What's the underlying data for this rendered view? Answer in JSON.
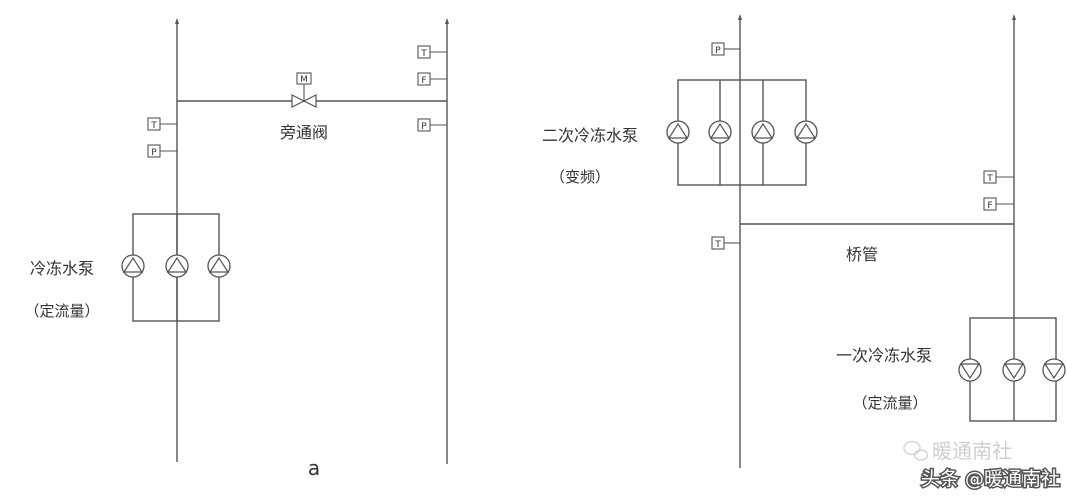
{
  "diagram_a": {
    "bypass_valve_label": "旁通阀",
    "valve_symbol": "M",
    "pumps_label": "冷冻水泵",
    "pumps_note": "（定流量）",
    "sensor_left_T": "T",
    "sensor_left_P": "P",
    "sensor_right_T": "T",
    "sensor_right_F": "F",
    "sensor_right_P": "P",
    "caption": "a"
  },
  "diagram_b": {
    "secondary_pumps_label": "二次冷冻水泵",
    "secondary_pumps_note": "（变频）",
    "bridge_pipe_label": "桥管",
    "primary_pumps_label": "一次冷冻水泵",
    "primary_pumps_note": "（定流量）",
    "sensor_P": "P",
    "sensor_left_T": "T",
    "sensor_right_T": "T",
    "sensor_right_F": "F"
  },
  "watermark": {
    "faded_text": "暖通南社",
    "source_text": "头条 @暖通南社"
  },
  "colors": {
    "line": "#555555",
    "text": "#333333"
  }
}
